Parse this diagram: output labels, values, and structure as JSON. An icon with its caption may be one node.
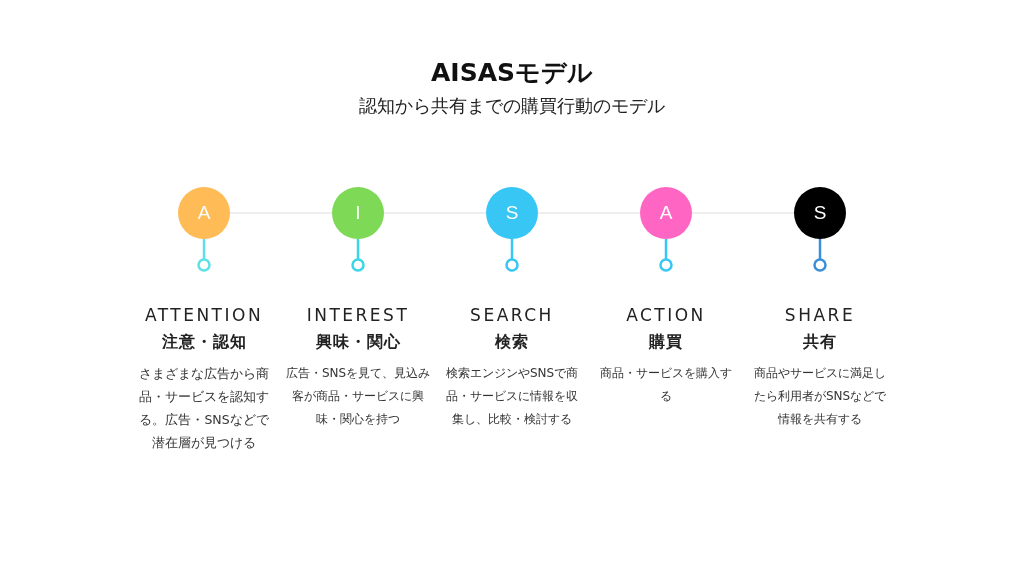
{
  "diagram": {
    "title": "AISASモデル",
    "labels": [
      "認知から共有までの購買行動のモデル"
    ],
    "nodes": [
      {
        "text": [
          "A"
        ],
        "beside": [
          "ATTENTION",
          "注意・認知",
          "さまざまな広告から商品・サービスを認知する。広告・SNSなどで潜在層が見つける"
        ]
      },
      {
        "text": [
          "I"
        ],
        "beside": [
          "INTEREST",
          "興味・関心",
          "広告・SNSを見て、見込み客が商品・サービスに興味・関心を持つ"
        ]
      },
      {
        "text": [
          "S"
        ],
        "beside": [
          "SEARCH",
          "検索",
          "検索エンジンやSNSで商品・サービスに情報を収集し、比較・検討する"
        ]
      },
      {
        "text": [
          "A"
        ],
        "beside": [
          "ACTION",
          "購買",
          "商品・サービスを購入する"
        ]
      },
      {
        "text": [
          "S"
        ],
        "beside": [
          "SHARE",
          "共有",
          "商品やサービスに満足したら利用者がSNSなどで情報を共有する"
        ]
      }
    ],
    "edges": [
      {
        "from": 0,
        "to": 1,
        "arrow": "none"
      },
      {
        "from": 1,
        "to": 2,
        "arrow": "none"
      },
      {
        "from": 2,
        "to": 3,
        "arrow": "none"
      },
      {
        "from": 3,
        "to": 4,
        "arrow": "none"
      }
    ]
  }
}
